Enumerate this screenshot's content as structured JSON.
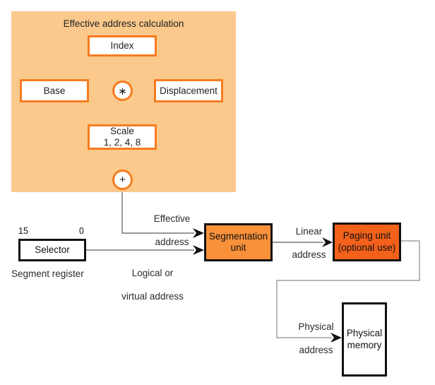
{
  "diagram": {
    "title_text": "Effective address calculation",
    "panel": {
      "label": "Effective address calculation",
      "boxes": {
        "index": "Index",
        "base": "Base",
        "displacement": "Displacement",
        "scale_line1": "Scale",
        "scale_line2": "1, 2, 4, 8"
      },
      "operators": {
        "multiply": "∗",
        "add": "+"
      }
    },
    "units": {
      "segmentation_line1": "Segmentation",
      "segmentation_line2": "unit",
      "paging_line1": "Paging unit",
      "paging_line2": "(optional use)",
      "memory_line1": "Physical",
      "memory_line2": "memory"
    },
    "selector": {
      "box_label": "Selector",
      "caption": "Segment register",
      "bit_high": "15",
      "bit_low": "0"
    },
    "edge_labels": {
      "effective_line1": "Effective",
      "effective_line2": "address",
      "logical_line1": "Logical or",
      "logical_line2": "virtual address",
      "linear_line1": "Linear",
      "linear_line2": "address",
      "physical_line1": "Physical",
      "physical_line2": "address"
    },
    "colors": {
      "panel_bg": "#fbc98c",
      "accent_border": "#f57c20",
      "segmentation_fill": "#f9913a",
      "paging_fill": "#f4611a",
      "wire": "#7f7f7f",
      "wire_dark": "#111111",
      "box_outline": "#111111"
    }
  }
}
